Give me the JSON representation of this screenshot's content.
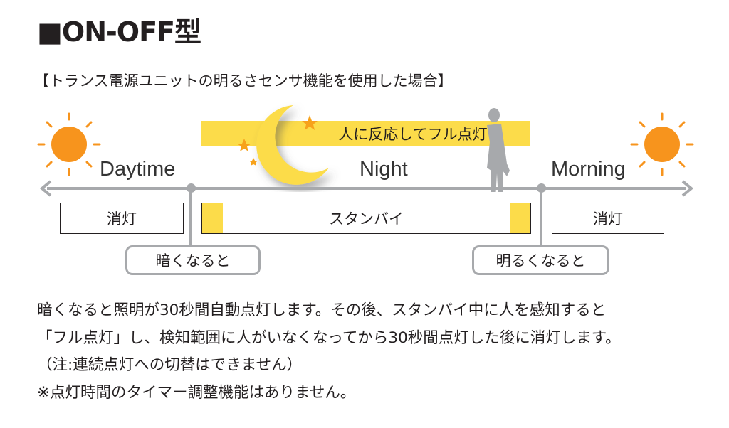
{
  "title": "■ON-OFF型",
  "subtitle": "【トランス電源ユニットの明るさセンサ機能を使用した場合】",
  "band_label": "人に反応してフル点灯",
  "periods": {
    "day": "Daytime",
    "night": "Night",
    "morning": "Morning"
  },
  "boxes": {
    "left": "消灯",
    "center": "スタンバイ",
    "right": "消灯"
  },
  "callouts": {
    "dark": "暗くなると",
    "bright": "明るくなると"
  },
  "paragraph": [
    "暗くなると照明が30秒間自動点灯します。その後、スタンバイ中に人を感知すると",
    "「フル点灯」し、検知範囲に人がいなくなってから30秒間点灯した後に消灯します。",
    "（注:連続点灯への切替はできません）",
    "※点灯時間のタイマー調整機能はありません。"
  ],
  "colors": {
    "yellow": "#fcdc4a",
    "sun": "#f7941d",
    "gray": "#a7a9ac"
  }
}
